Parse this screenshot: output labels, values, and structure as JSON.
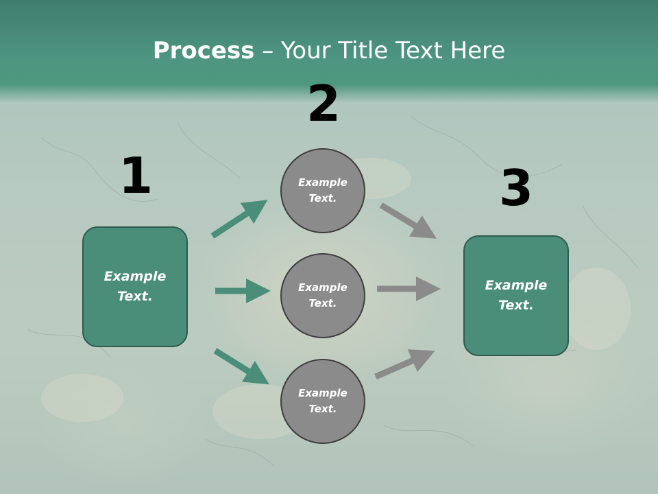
{
  "header": {
    "title_bold": "Process",
    "title_rest": " – Your Title Text Here"
  },
  "steps": [
    {
      "number": "1",
      "text": "Example\nText."
    },
    {
      "number": "2",
      "text": "Example\nText."
    },
    {
      "number": "3",
      "text": "Example\nText."
    }
  ],
  "circles": [
    {
      "text": "Example\nText."
    },
    {
      "text": "Example\nText."
    },
    {
      "text": "Example\nText."
    }
  ],
  "colors": {
    "header": "#4d9580",
    "box_fill": "#4a8e79",
    "box_border": "#2f5a4d",
    "circle_fill": "#8b8b8b",
    "circle_border": "#3e3e3e",
    "arrow_green": "#4a8e79",
    "arrow_gray": "#8b8b8b"
  }
}
